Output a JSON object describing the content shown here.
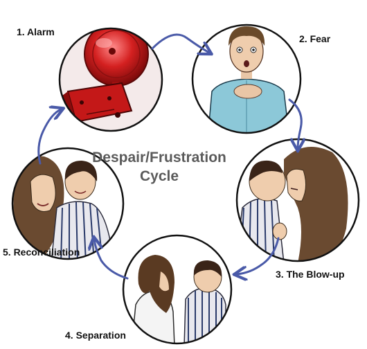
{
  "title": {
    "line1": "Despair/Frustration",
    "line2": "Cycle"
  },
  "stages": [
    {
      "label": "1. Alarm",
      "illustration": "alarm-bell"
    },
    {
      "label": "2. Fear",
      "illustration": "frightened-boy"
    },
    {
      "label": "3. The Blow-up",
      "illustration": "mother-and-son-arguing"
    },
    {
      "label": "4. Separation",
      "illustration": "mother-and-son-back-to-back"
    },
    {
      "label": "5. Reconciliation",
      "illustration": "mother-and-son-hugging"
    }
  ],
  "colors": {
    "arrow": "#4a5aa8",
    "circle_border": "#111111",
    "bell_red": "#c81818",
    "title_gray": "#5a5a5a"
  }
}
